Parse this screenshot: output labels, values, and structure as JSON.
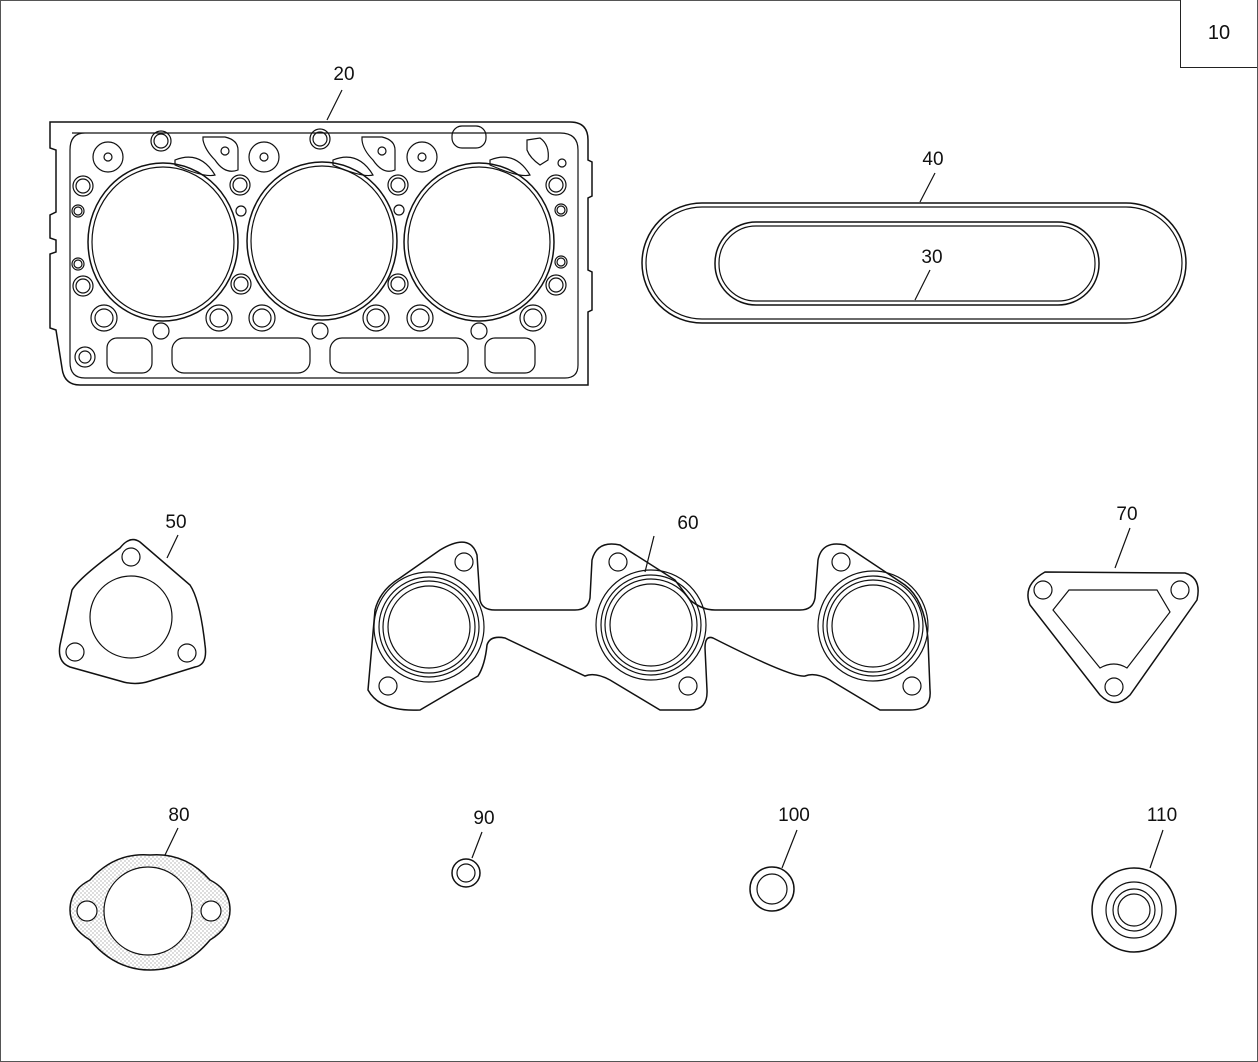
{
  "figure": {
    "number": "10"
  },
  "parts": [
    {
      "id": "20",
      "label": "20",
      "description": "cylinder-head-gasket"
    },
    {
      "id": "30",
      "label": "30",
      "description": "inner-oval-gasket"
    },
    {
      "id": "40",
      "label": "40",
      "description": "outer-oval-gasket"
    },
    {
      "id": "50",
      "label": "50",
      "description": "three-bolt-flange-gasket"
    },
    {
      "id": "60",
      "label": "60",
      "description": "exhaust-manifold-gasket"
    },
    {
      "id": "70",
      "label": "70",
      "description": "triangular-gasket"
    },
    {
      "id": "80",
      "label": "80",
      "description": "two-bolt-exhaust-flange-gasket"
    },
    {
      "id": "90",
      "label": "90",
      "description": "small-seal-ring"
    },
    {
      "id": "100",
      "label": "100",
      "description": "seal-ring"
    },
    {
      "id": "110",
      "label": "110",
      "description": "oil-seal"
    }
  ],
  "colors": {
    "line": "#111111",
    "frame": "#555555",
    "dots": "#999999"
  }
}
